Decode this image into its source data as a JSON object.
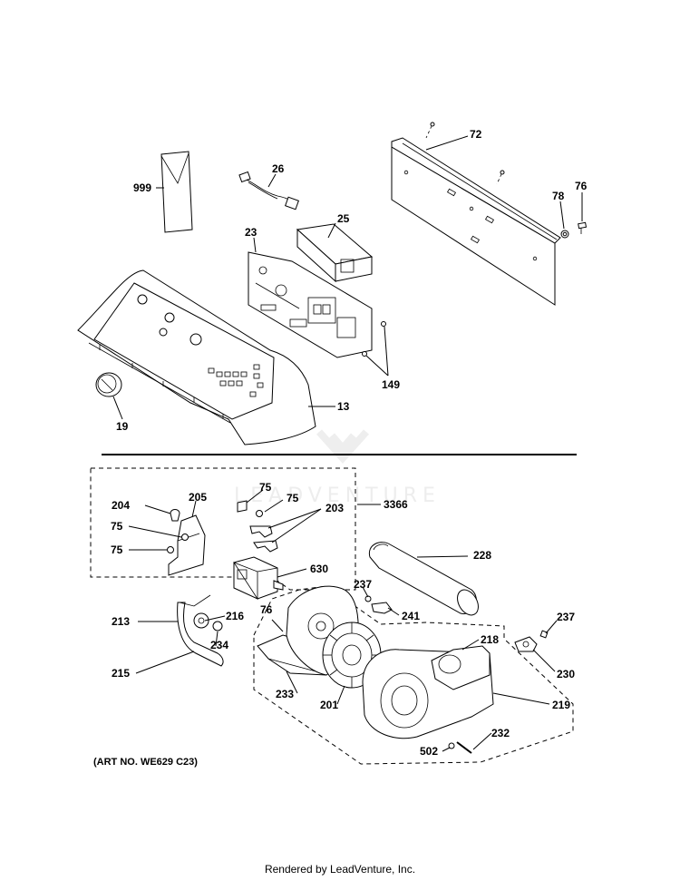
{
  "watermark": "LEADVENTURE",
  "art_number": "(ART NO. WE629 C23)",
  "footer": "Rendered by LeadVenture, Inc.",
  "labels": {
    "l999": "999",
    "l26": "26",
    "l72": "72",
    "l76a": "76",
    "l78": "78",
    "l23": "23",
    "l25": "25",
    "l149": "149",
    "l13": "13",
    "l19": "19",
    "l204": "204",
    "l205": "205",
    "l75a": "75",
    "l75b": "75",
    "l75c": "75",
    "l75d": "75",
    "l203": "203",
    "l3366": "3366",
    "l228": "228",
    "l630": "630",
    "l237a": "237",
    "l241": "241",
    "l213": "213",
    "l216": "216",
    "l76b": "76",
    "l234": "234",
    "l215": "215",
    "l218": "218",
    "l237b": "237",
    "l230": "230",
    "l233": "233",
    "l201": "201",
    "l219": "219",
    "l232": "232",
    "l502": "502"
  }
}
